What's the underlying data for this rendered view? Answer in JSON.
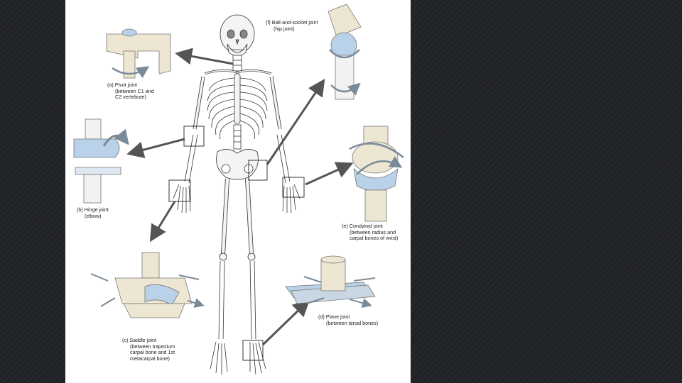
{
  "colors": {
    "background": "#1f2124",
    "panel": "#ffffff",
    "bone": "#f2f2f2",
    "joint_blue": "#b9d2ea",
    "block": "#ece6d2",
    "arrow": "#555555"
  },
  "labels": {
    "pivot": {
      "title": "(a) Pivot joint",
      "lines": [
        "(between C1 and",
        "C2 vertebrae)"
      ]
    },
    "hinge": {
      "title": "(b) Hinge joint",
      "lines": [
        "(elbow)"
      ]
    },
    "saddle": {
      "title": "(c) Saddle joint",
      "lines": [
        "(between trapezium",
        "carpal bone and 1st",
        "metacarpal bone)"
      ]
    },
    "plane": {
      "title": "(d) Plane joint",
      "lines": [
        "(between tarsal bones)"
      ]
    },
    "condyloid": {
      "title": "(e) Condyloid joint",
      "lines": [
        "(between radius and",
        "carpal bones of wrist)"
      ]
    },
    "ball": {
      "title": "(f) Ball-and-socket joint",
      "lines": [
        "(hip joint)"
      ]
    }
  }
}
